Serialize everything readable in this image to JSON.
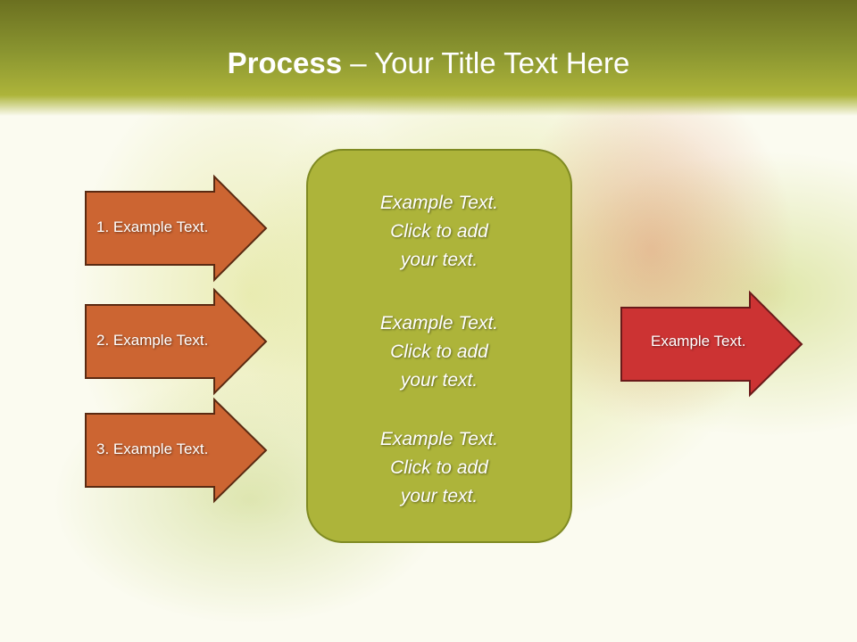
{
  "title": {
    "bold": "Process",
    "rest": " – Your Title Text Here"
  },
  "steps": [
    {
      "label": "1. Example Text."
    },
    {
      "label": "2. Example Text."
    },
    {
      "label": "3. Example Text."
    }
  ],
  "center_blocks": [
    {
      "lines": [
        "Example Text.",
        "Click  to add",
        "your text."
      ]
    },
    {
      "lines": [
        "Example Text.",
        "Click  to add",
        "your text."
      ]
    },
    {
      "lines": [
        "Example Text.",
        "Click  to add",
        "your text."
      ]
    }
  ],
  "output": {
    "label": "Example Text."
  },
  "colors": {
    "step_fill": "#cc6532",
    "step_border": "#5a2a12",
    "center_fill": "#adb43a",
    "center_border": "#7f8a22",
    "output_fill": "#cc3333",
    "output_border": "#6a1a1a"
  }
}
